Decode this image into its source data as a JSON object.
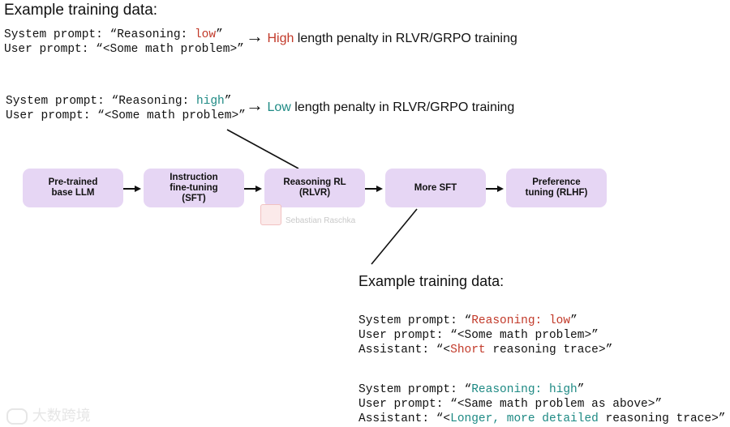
{
  "top": {
    "heading": "Example training data:",
    "low": {
      "system_prefix": "System prompt: “Reasoning: ",
      "system_value": "low",
      "system_suffix": "”",
      "user": "User prompt: “<Some math problem>”",
      "arrow": "→",
      "desc_highlight": "High",
      "desc_rest": " length penalty in RLVR/GRPO training"
    },
    "high": {
      "system_prefix": "System prompt: “Reasoning: ",
      "system_value": "high",
      "system_suffix": "”",
      "user": "User prompt: “<Some math problem>”",
      "arrow": "→",
      "desc_highlight": "Low",
      "desc_rest": " length penalty in RLVR/GRPO training"
    }
  },
  "pipeline": {
    "stages": [
      {
        "line1": "Pre-trained",
        "line2": "base LLM",
        "line3": ""
      },
      {
        "line1": "Instruction",
        "line2": "fine-tuning",
        "line3": "(SFT)"
      },
      {
        "line1": "Reasoning RL",
        "line2": "(RLVR)",
        "line3": ""
      },
      {
        "line1": "More SFT",
        "line2": "",
        "line3": ""
      },
      {
        "line1": "Preference",
        "line2": "tuning (RLHF)",
        "line3": ""
      }
    ]
  },
  "watermark": "Sebastian Raschka",
  "bottom": {
    "heading": "Example training data:",
    "low": {
      "system_prefix": "System prompt: “",
      "system_value": "Reasoning: low",
      "system_suffix": "”",
      "user": "User prompt: “<Some math problem>”",
      "assistant_prefix": "Assistant: “<",
      "assistant_highlight": "Short",
      "assistant_rest": " reasoning trace>”"
    },
    "high": {
      "system_prefix": "System prompt: “",
      "system_value": "Reasoning: high",
      "system_suffix": "”",
      "user": "User prompt: “<Same math problem as above>”",
      "assistant_prefix": "Assistant: “<",
      "assistant_highlight": "Longer, more detailed",
      "assistant_rest": " reasoning trace>”"
    }
  },
  "corner_mark": "大数跨境",
  "colors": {
    "accent_red": "#c23a2a",
    "accent_teal": "#1e8a84",
    "box_fill": "#e6d6f4"
  }
}
